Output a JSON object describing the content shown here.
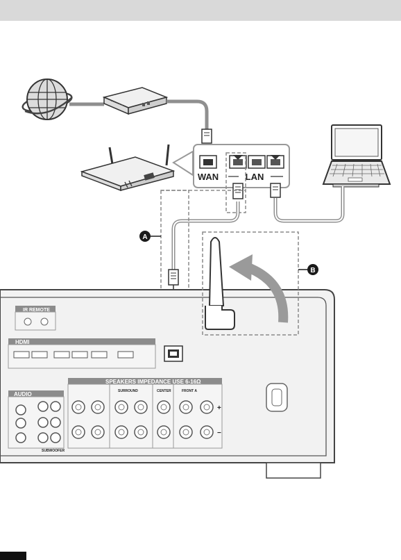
{
  "header_bar": {
    "color": "#d9d9d9"
  },
  "labels": {
    "wan": "WAN",
    "lan": "LAN",
    "callout_a": "A",
    "callout_b": "B"
  },
  "receiver_panel": {
    "ir_remote": "IR REMOTE",
    "hdmi": "HDMI",
    "audio": "AUDIO",
    "speakers": "SPEAKERS  IMPEDANCE USE 6-16Ω",
    "surround": "SURROUND",
    "center": "CENTER",
    "front_a": "FRONT A",
    "subwoofer": "SUBWOOFER",
    "plus": "+",
    "minus": "−"
  },
  "colors": {
    "cable": "#8f8f8f",
    "device_outline": "#333333",
    "dashed": "#8a8a8a",
    "callout_fill": "#1a1a1a",
    "receiver_fill": "#ebebeb",
    "label_bar": "#8c8c8c"
  }
}
